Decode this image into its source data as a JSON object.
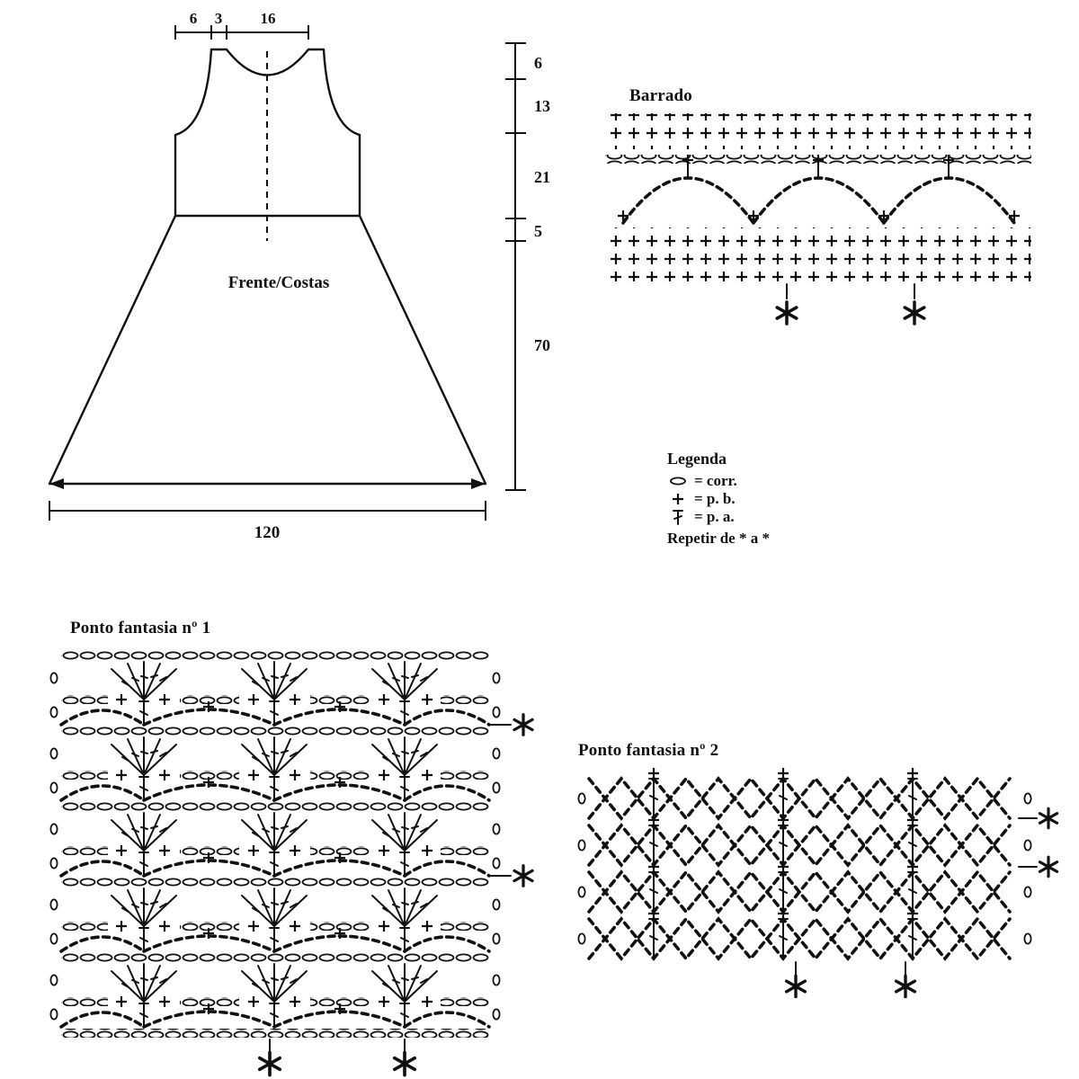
{
  "page": {
    "background": "#ffffff",
    "ink": "#111111"
  },
  "schematic": {
    "label": "Frente/Costas",
    "top_measurements": [
      "6",
      "3",
      "16"
    ],
    "right_measurements": [
      "6",
      "13",
      "21",
      "5",
      "70"
    ],
    "bottom_measurement": "120"
  },
  "barrado": {
    "title": "Barrado"
  },
  "legend": {
    "title": "Legenda",
    "items": [
      {
        "icon": "chain-icon",
        "label": "= corr."
      },
      {
        "icon": "plus-icon",
        "label": "= p. b."
      },
      {
        "icon": "double-crochet-icon",
        "label": "= p. a."
      }
    ],
    "repeat_note": "Repetir de * a *"
  },
  "ponto1": {
    "title": "Ponto fantasia nº 1"
  },
  "ponto2": {
    "title": "Ponto fantasia nº 2"
  }
}
